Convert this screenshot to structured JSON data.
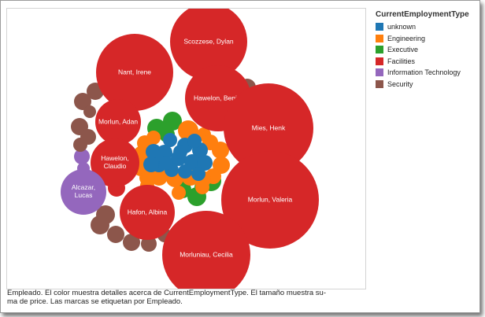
{
  "chart_data": {
    "type": "packed-bubble",
    "legend": {
      "title": "CurrentEmploymentType",
      "placement": "right",
      "items": [
        {
          "name": "unknown",
          "color": "#1f77b4"
        },
        {
          "name": "Engineering",
          "color": "#ff7f0e"
        },
        {
          "name": "Executive",
          "color": "#2ca02c"
        },
        {
          "name": "Facilities",
          "color": "#d62728"
        },
        {
          "name": "Information Technology",
          "color": "#9467bd"
        },
        {
          "name": "Security",
          "color": "#8c564b"
        }
      ]
    },
    "size_measure": "price",
    "labeled_bubbles": [
      {
        "label": "Scozzese, Dylan",
        "type": "Facilities",
        "size": 49
      },
      {
        "label": "Nant, Irene",
        "type": "Facilities",
        "size": 49
      },
      {
        "label": "Hawelon, Benito",
        "type": "Facilities",
        "size": 42
      },
      {
        "label": "Mies, Henk",
        "type": "Facilities",
        "size": 57
      },
      {
        "label": "Morlun, Adan",
        "type": "Facilities",
        "size": 29
      },
      {
        "label": "Hawelon, Claudio",
        "type": "Facilities",
        "size": 31
      },
      {
        "label": "Alcazar, Lucas",
        "type": "Information Technology",
        "size": 29
      },
      {
        "label": "Morlun, Valeria",
        "type": "Facilities",
        "size": 62
      },
      {
        "label": "Hafon, Albina",
        "type": "Facilities",
        "size": 35
      },
      {
        "label": "Morluniau, Cecilia",
        "type": "Facilities",
        "size": 56
      }
    ],
    "unlabeled_bubbles": [
      {
        "type": "Facilities",
        "size": 11
      },
      {
        "type": "Information Technology",
        "size": 9
      },
      {
        "type": "Information Technology",
        "size": 9
      },
      {
        "type": "Information Technology",
        "size": 10
      },
      {
        "type": "Information Technology",
        "size": 8
      },
      {
        "type": "Security",
        "size": 11
      },
      {
        "type": "Security",
        "size": 11
      },
      {
        "type": "Security",
        "size": 11
      },
      {
        "type": "Security",
        "size": 8
      },
      {
        "type": "Security",
        "size": 11
      },
      {
        "type": "Security",
        "size": 10
      },
      {
        "type": "Security",
        "size": 9
      },
      {
        "type": "Security",
        "size": 12
      },
      {
        "type": "Security",
        "size": 12
      },
      {
        "type": "Security",
        "size": 11
      },
      {
        "type": "Security",
        "size": 11
      },
      {
        "type": "Security",
        "size": 10
      },
      {
        "type": "Security",
        "size": 9
      },
      {
        "type": "Executive",
        "size": 12
      },
      {
        "type": "Executive",
        "size": 12
      },
      {
        "type": "Executive",
        "size": 10
      },
      {
        "type": "Executive",
        "size": 11
      },
      {
        "type": "Executive",
        "size": 12
      },
      {
        "type": "Executive",
        "size": 13
      },
      {
        "type": "Executive",
        "size": 7
      },
      {
        "type": "Engineering",
        "size": 13
      },
      {
        "type": "Engineering",
        "size": 9
      },
      {
        "type": "Engineering",
        "size": 10
      },
      {
        "type": "Engineering",
        "size": 11
      },
      {
        "type": "Engineering",
        "size": 11
      },
      {
        "type": "Engineering",
        "size": 10
      },
      {
        "type": "Engineering",
        "size": 11
      },
      {
        "type": "Engineering",
        "size": 12
      },
      {
        "type": "Engineering",
        "size": 11
      },
      {
        "type": "Engineering",
        "size": 11
      },
      {
        "type": "Engineering",
        "size": 10
      },
      {
        "type": "Engineering",
        "size": 11
      },
      {
        "type": "Engineering",
        "size": 12
      },
      {
        "type": "Engineering",
        "size": 10
      },
      {
        "type": "Engineering",
        "size": 9
      },
      {
        "type": "Engineering",
        "size": 10
      },
      {
        "type": "Engineering",
        "size": 9
      },
      {
        "type": "Engineering",
        "size": 9
      },
      {
        "type": "Engineering",
        "size": 9
      },
      {
        "type": "unknown",
        "size": 9
      },
      {
        "type": "unknown",
        "size": 10
      },
      {
        "type": "unknown",
        "size": 10
      },
      {
        "type": "unknown",
        "size": 10
      },
      {
        "type": "unknown",
        "size": 10
      },
      {
        "type": "unknown",
        "size": 10
      },
      {
        "type": "unknown",
        "size": 10
      },
      {
        "type": "unknown",
        "size": 10
      },
      {
        "type": "unknown",
        "size": 10
      },
      {
        "type": "unknown",
        "size": 9
      },
      {
        "type": "unknown",
        "size": 9
      },
      {
        "type": "unknown",
        "size": 9
      },
      {
        "type": "unknown",
        "size": 10
      },
      {
        "type": "unknown",
        "size": 9
      },
      {
        "type": "unknown",
        "size": 9
      },
      {
        "type": "unknown",
        "size": 9
      }
    ]
  },
  "caption": {
    "line1": "Empleado.  El color muestra detalles acerca de CurrentEmploymentType.  El tamaño muestra su-",
    "line2": "ma de price.  Las marcas se etiquetan por Empleado."
  }
}
